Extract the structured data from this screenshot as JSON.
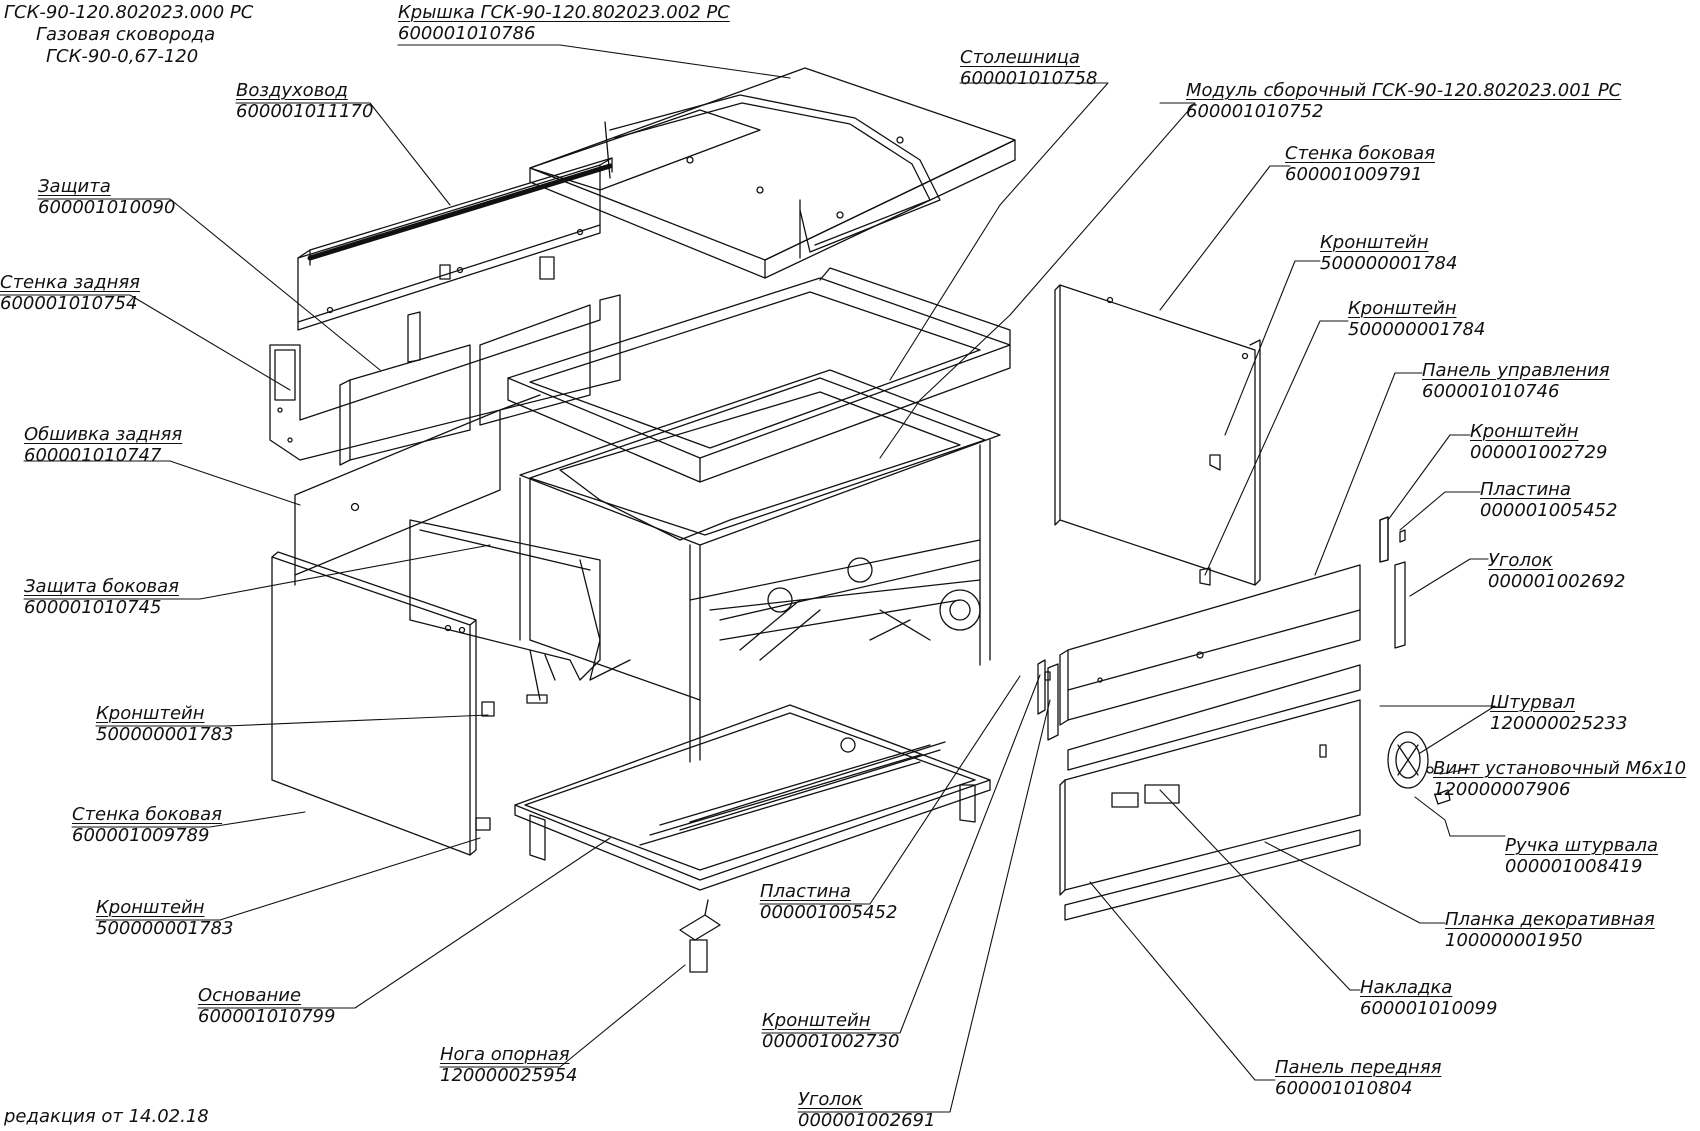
{
  "header": {
    "line1": "ГСК-90-120.802023.000 РС",
    "line2": "Газовая сковорода",
    "line3": "ГСК-90-0,67-120"
  },
  "revision": "редакция от 14.02.18",
  "parts": [
    {
      "name": "Крышка ГСК-90-120.802023.002 РС",
      "code": "600001010786"
    },
    {
      "name": "Воздуховод",
      "code": "600001011170"
    },
    {
      "name": "Столешница",
      "code": "600001010758"
    },
    {
      "name": "Модуль сборочный ГСК-90-120.802023.001 РС",
      "code": "600001010752"
    },
    {
      "name": "Защита",
      "code": "600001010090"
    },
    {
      "name": "Стенка боковая",
      "code": "600001009791"
    },
    {
      "name": "Стенка задняя",
      "code": "600001010754"
    },
    {
      "name": "Кронштейн",
      "code": "500000001784"
    },
    {
      "name": "Кронштейн",
      "code": "500000001784"
    },
    {
      "name": "Панель управления",
      "code": "600001010746"
    },
    {
      "name": "Обшивка задняя",
      "code": "600001010747"
    },
    {
      "name": "Кронштейн",
      "code": "000001002729"
    },
    {
      "name": "Пластина",
      "code": "000001005452"
    },
    {
      "name": "Защита боковая",
      "code": "600001010745"
    },
    {
      "name": "Уголок",
      "code": "000001002692"
    },
    {
      "name": "Кронштейн",
      "code": "500000001783"
    },
    {
      "name": "Штурвал",
      "code": "120000025233"
    },
    {
      "name": "Винт установочный М6х10",
      "code": "120000007906"
    },
    {
      "name": "Стенка боковая",
      "code": "600001009789"
    },
    {
      "name": "Ручка штурвала",
      "code": "000001008419"
    },
    {
      "name": "Пластина",
      "code": "000001005452"
    },
    {
      "name": "Кронштейн",
      "code": "500000001783"
    },
    {
      "name": "Планка декоративная",
      "code": "100000001950"
    },
    {
      "name": "Основание",
      "code": "600001010799"
    },
    {
      "name": "Накладка",
      "code": "600001010099"
    },
    {
      "name": "Кронштейн",
      "code": "000001002730"
    },
    {
      "name": "Нога опорная",
      "code": "120000025954"
    },
    {
      "name": "Панель передняя",
      "code": "600001010804"
    },
    {
      "name": "Уголок",
      "code": "000001002691"
    }
  ]
}
